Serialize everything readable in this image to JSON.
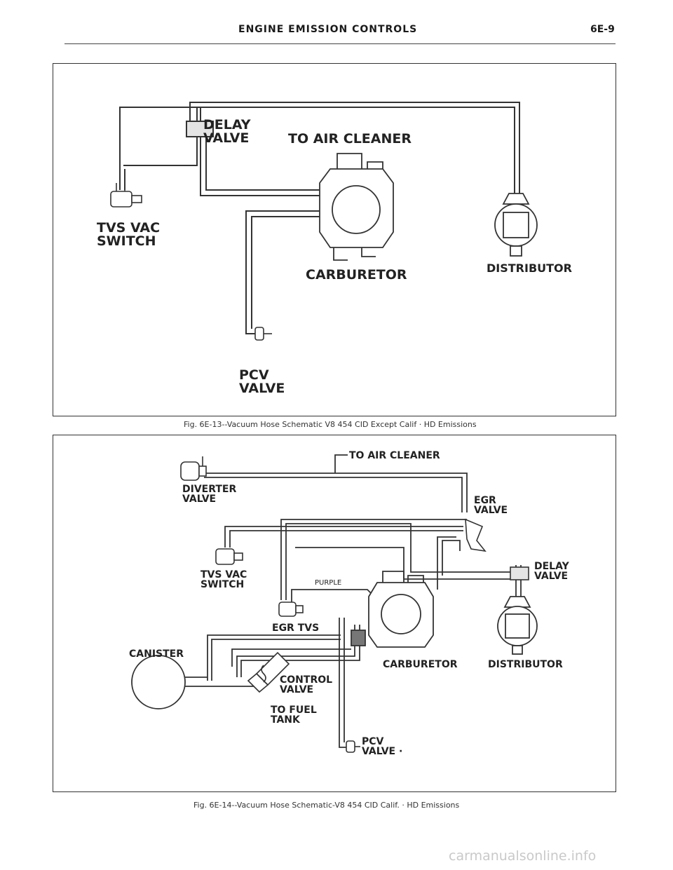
{
  "header": {
    "title": "ENGINE EMISSION CONTROLS",
    "page_number": "6E-9"
  },
  "figure1": {
    "labels": {
      "delay_valve_1": "DELAY",
      "delay_valve_2": "VALVE",
      "air_cleaner": "TO AIR CLEANER",
      "tvs_1": "TVS VAC",
      "tvs_2": "SWITCH",
      "carburetor": "CARBURETOR",
      "distributor": "DISTRIBUTOR",
      "pcv_1": "PCV",
      "pcv_2": "VALVE"
    },
    "caption": "Fig. 6E-13--Vacuum Hose Schematic V8 454 CID Except Calif · HD Emissions"
  },
  "figure2": {
    "labels": {
      "air_cleaner": "TO AIR CLEANER",
      "diverter_1": "DIVERTER",
      "diverter_2": "VALVE",
      "egr_1": "EGR",
      "egr_2": "VALVE",
      "delay_1": "DELAY",
      "delay_2": "VALVE",
      "tvs_1": "TVS VAC",
      "tvs_2": "SWITCH",
      "purple": "PURPLE",
      "egr_tvs": "EGR TVS",
      "carburetor": "CARBURETOR",
      "distributor": "DISTRIBUTOR",
      "canister": "CANISTER",
      "control_1": "CONTROL",
      "control_2": "VALVE",
      "fuel_1": "TO FUEL",
      "fuel_2": "TANK",
      "pcv_1": "PCV",
      "pcv_2": "VALVE ·"
    },
    "caption": "Fig. 6E-14--Vacuum Hose Schematic-V8 454 CID Calif. · HD Emissions"
  },
  "footer": {
    "watermark": "carmanualsonline.info"
  }
}
